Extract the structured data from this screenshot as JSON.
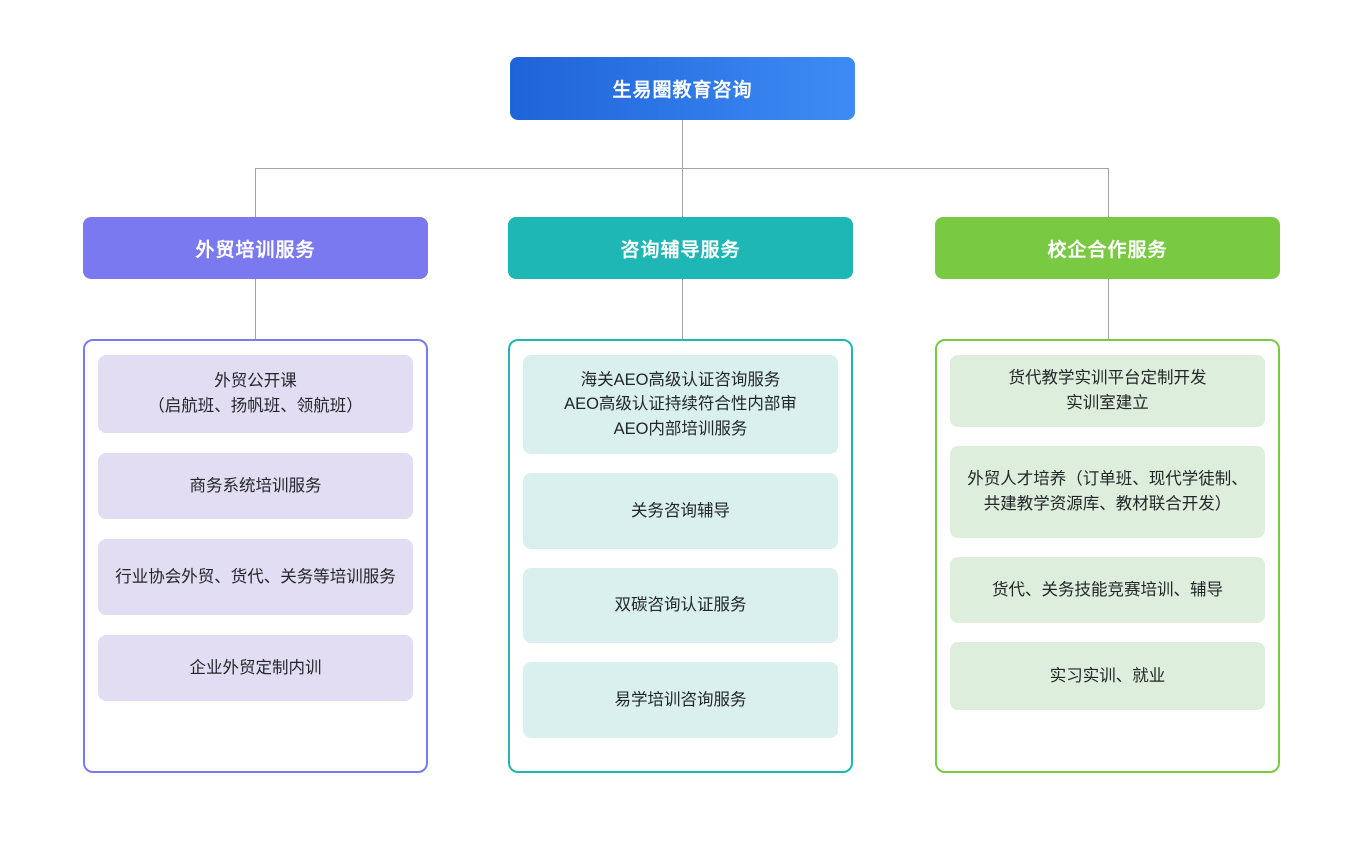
{
  "diagram": {
    "type": "organizational-tree",
    "root": {
      "label": "生易圈教育咨询",
      "color_start": "#1f63d8",
      "color_end": "#3d8cf5"
    },
    "connector_color": "#9aa5b1",
    "branches": [
      {
        "id": "foreign-trade-training",
        "header": "外贸培训服务",
        "accent": "#7b79f0",
        "card_fill": "#e2ddf3",
        "items": [
          "外贸公开课\n（启航班、扬帆班、领航班）",
          "商务系统培训服务",
          "行业协会外贸、货代、关务等培训服务",
          "企业外贸定制内训"
        ]
      },
      {
        "id": "consulting-tutoring",
        "header": "咨询辅导服务",
        "accent": "#1fb6b6",
        "card_fill": "#d9f0ef",
        "items": [
          "海关AEO高级认证咨询服务\nAEO高级认证持续符合性内部审\nAEO内部培训服务",
          "关务咨询辅导",
          "双碳咨询认证服务",
          "易学培训咨询服务"
        ]
      },
      {
        "id": "school-enterprise-cooperation",
        "header": "校企合作服务",
        "accent": "#7ac943",
        "card_fill": "#ddeedc",
        "items": [
          "货代教学实训平台定制开发\n实训室建立",
          "外贸人才培养（订单班、现代学徒制、共建教学资源库、教材联合开发）",
          "货代、关务技能竞赛培训、辅导",
          "实习实训、就业"
        ]
      }
    ]
  }
}
